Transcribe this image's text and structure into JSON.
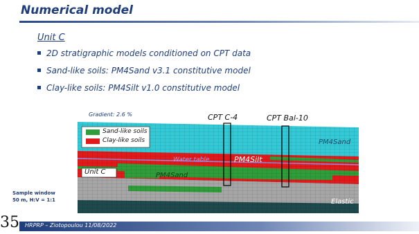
{
  "slide": {
    "title": "Numerical model",
    "subtitle": "Unit C",
    "bullets": [
      "2D stratigraphic models conditioned on CPT data",
      "Sand-like soils: PM4Sand v3.1 constitutive model",
      "Clay-like soils: PM4Silt v1.0 constitutive model"
    ],
    "page_number": "35",
    "footer": "HRPRP – Ziotopoulou 11/08/2022"
  },
  "figure": {
    "gradient_label": "Gradient: 2.6 %",
    "cpt_labels": [
      "CPT C-4",
      "CPT Bal-10"
    ],
    "legend": {
      "sand_label": "Sand-like soils",
      "clay_label": "Clay-like soils",
      "sand_color": "#2e9d3a",
      "clay_color": "#e11b1b"
    },
    "layer_labels": {
      "pm4sand_top": "PM4Sand",
      "water_table": "Water table",
      "pm4silt": "PM4Silt",
      "unit_c": "Unit C",
      "pm4sand_mid": "PM4Sand",
      "elastic": "Elastic"
    },
    "sample_window": [
      "Sample window",
      "50 m, H:V = 1:1"
    ],
    "colors": {
      "cyan": "#33c9d6",
      "grey": "#a6a6a6",
      "dark": "#1f4a4d",
      "clay": "#e11b1b",
      "sand": "#2e9d3a",
      "water_table": "#8f8fe8"
    }
  }
}
